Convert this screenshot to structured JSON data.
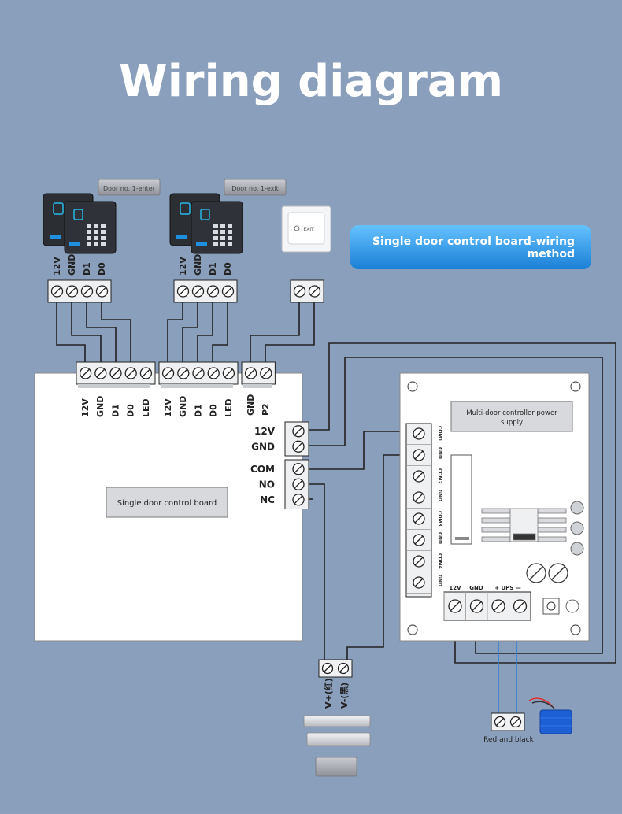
{
  "title": "Wiring diagram",
  "badge": {
    "line1": "Single door control board-wiring",
    "line2": "method"
  },
  "reader_labels": {
    "group1": [
      "12V",
      "GND",
      "D1",
      "D0"
    ],
    "group2": [
      "12V",
      "GND",
      "D1",
      "D0"
    ]
  },
  "tags": {
    "door_enter": "Door no. 1-enter",
    "door_exit": "Door no. 1-exit"
  },
  "exit_button": {
    "label": "EXIT"
  },
  "board": {
    "name": "Single door control board",
    "reader1_terms": [
      "12V",
      "GND",
      "D1",
      "D0",
      "LED"
    ],
    "reader2_terms": [
      "12V",
      "GND",
      "D1",
      "D0",
      "LED"
    ],
    "button_terms": [
      "GND",
      "P2"
    ],
    "power_terms": [
      "12V",
      "GND"
    ],
    "relay_terms": [
      "COM",
      "NO",
      "NC"
    ]
  },
  "psu": {
    "name": "Multi-door controller power supply",
    "left_terms": [
      "COM1",
      "GND",
      "COM2",
      "GND",
      "COM3",
      "GND",
      "COM4",
      "GND"
    ],
    "bottom_labels": {
      "v12": "12V",
      "gnd": "GND",
      "ups": "+ UPS —"
    }
  },
  "lock": {
    "v_plus": "V+(红)",
    "v_minus": "V-(黑)"
  },
  "battery": {
    "label": "Red and black"
  },
  "colors": {
    "background": "#8a9fbc",
    "badge": "#1f8fe0",
    "wire": "#222222",
    "wire_blue": "#3a7fd0"
  }
}
